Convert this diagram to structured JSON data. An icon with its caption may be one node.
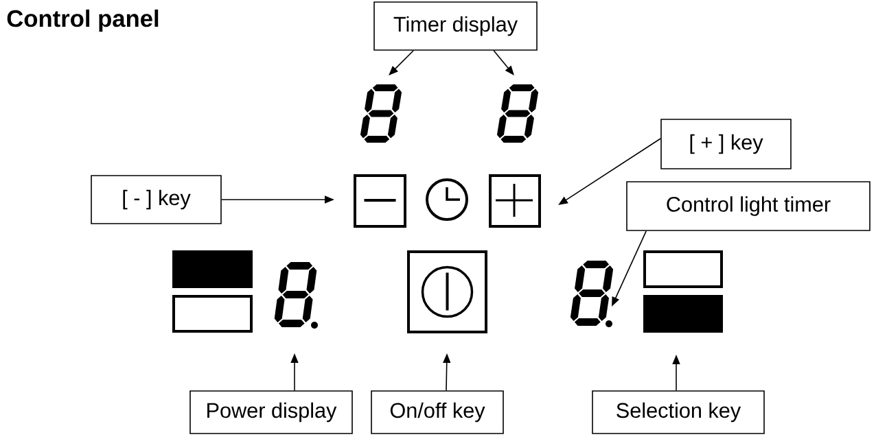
{
  "diagram": {
    "title": "Control panel",
    "nodes": [
      {
        "text": [
          "Timer display"
        ]
      },
      {
        "text": [],
        "shape": "picture"
      },
      {
        "text": [],
        "shape": "picture"
      },
      {
        "text": [
          "[ + ] key"
        ]
      },
      {
        "text": [
          "[ - ] key"
        ]
      },
      {
        "text": [],
        "shape": "box"
      },
      {
        "text": [],
        "shape": "box"
      },
      {
        "text": [
          "Control light timer"
        ]
      },
      {
        "text": [],
        "shape": "picture"
      },
      {
        "text": [],
        "shape": "box"
      },
      {
        "text": [],
        "shape": "circle"
      },
      {
        "text": [],
        "shape": "bar"
      },
      {
        "text": [
          "Power display"
        ]
      },
      {
        "text": [
          "On/off key"
        ]
      },
      {
        "text": [
          "Selection key"
        ]
      }
    ],
    "edges": [
      {
        "from": 0,
        "to": 1,
        "arrow": "to"
      },
      {
        "from": 0,
        "to": 2,
        "arrow": "to"
      },
      {
        "from": 4,
        "to": 5,
        "arrow": "to"
      },
      {
        "from": 3,
        "to": 6,
        "arrow": "to"
      },
      {
        "from": 7,
        "to": 10,
        "arrow": "to"
      },
      {
        "from": 12,
        "to": 8,
        "arrow": "to"
      },
      {
        "from": 13,
        "to": 9,
        "arrow": "to"
      },
      {
        "from": 14,
        "to": 11,
        "arrow": "to"
      }
    ]
  }
}
